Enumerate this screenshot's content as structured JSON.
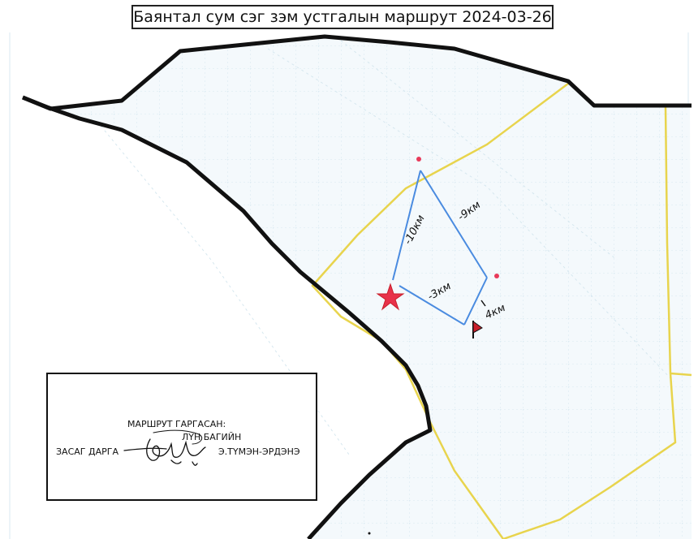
{
  "map": {
    "title": "Баянтал сум сэг зэм устгалын маршрут 2024-03-26",
    "colors": {
      "outer_boundary": "#111111",
      "district_boundary": "#e8d44d",
      "route_line": "#4a8be0",
      "start_marker": "#e8324a",
      "end_flag": "#c81e2a",
      "grid": "#b8d6e6",
      "waypoint": "#e83a5a"
    },
    "icons": {
      "start": "star-icon",
      "end": "flag-icon",
      "waypoint": "dot-icon"
    },
    "route": {
      "segment_labels": [
        "-10км",
        "-9км",
        "-3км",
        "4км"
      ]
    }
  },
  "signature_block": {
    "heading": "МАРШРУТ ГАРГАСАН:",
    "unit": "ЛҮН БАГИЙН",
    "role": "ЗАСАГ ДАРГА",
    "name": "Э.ТҮМЭН-ЭРДЭНЭ"
  }
}
